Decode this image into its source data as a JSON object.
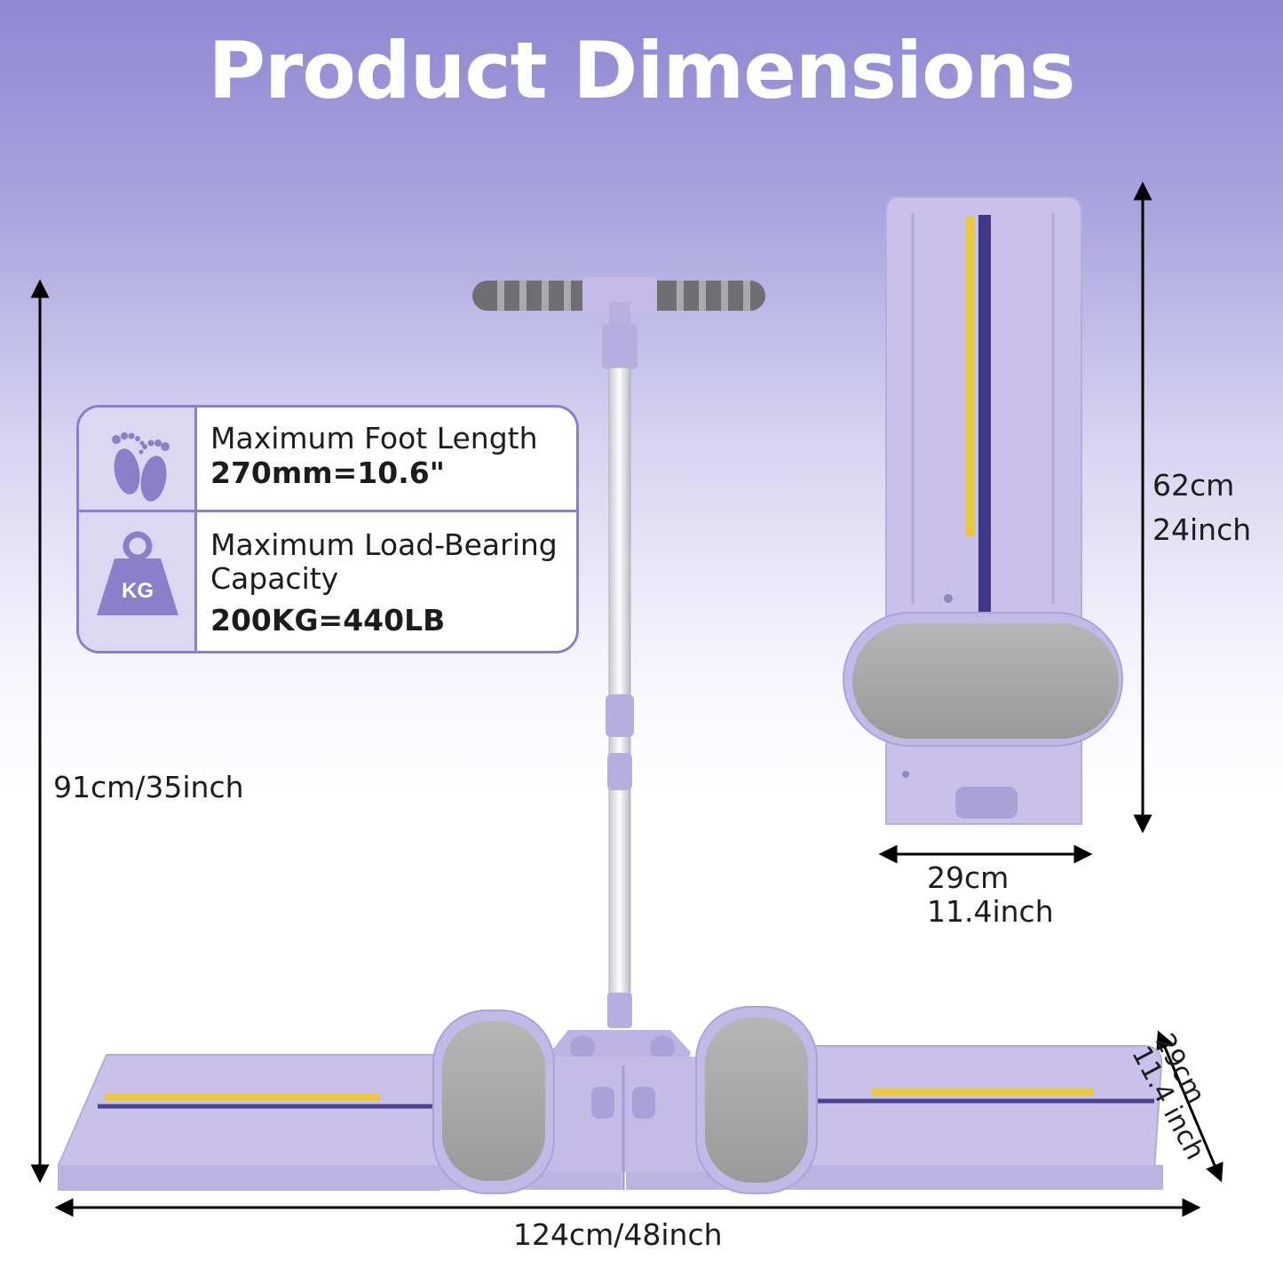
{
  "title": "Product Dimensions",
  "specs": [
    {
      "icon": "footprints-icon",
      "name": "Maximum Foot Length",
      "value": "270mm=10.6\""
    },
    {
      "icon": "weight-kg-icon",
      "icon_text": "KG",
      "name_line1": "Maximum Load-Bearing",
      "name_line2": "Capacity",
      "value": "200KG=440LB"
    }
  ],
  "dimensions": {
    "height": "91cm/35inch",
    "length": "124cm/48inch",
    "depth": "29cm\n11.4 inch",
    "folded_length_cm": "62cm",
    "folded_length_in": "24inch",
    "folded_width_cm": "29cm",
    "folded_width_in": "11.4inch"
  },
  "colors": {
    "product_lavender": "#c9c1ea",
    "accent_purple": "#8a7fc8",
    "grip_gray": "#7d7d7d",
    "scale_yellow": "#e9c93a"
  }
}
